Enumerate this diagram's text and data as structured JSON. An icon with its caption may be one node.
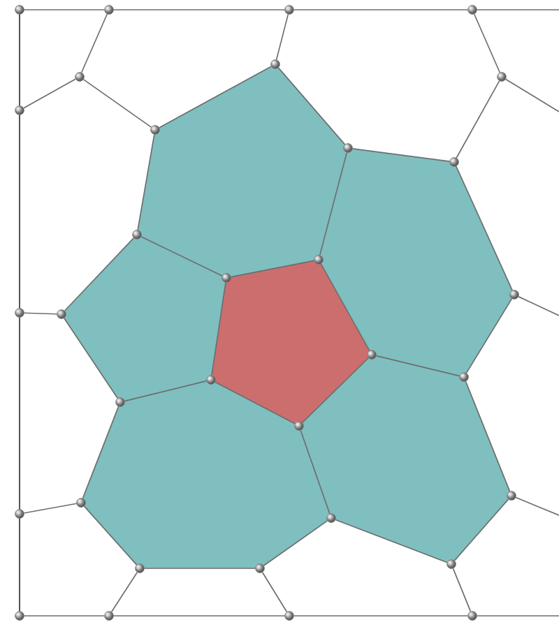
{
  "diagram": {
    "nodes": [
      {
        "text": [],
        "shape": "circle"
      },
      {
        "text": [],
        "shape": "circle"
      },
      {
        "text": [],
        "shape": "circle"
      },
      {
        "text": [],
        "shape": "circle"
      },
      {
        "text": [],
        "shape": "circle"
      },
      {
        "text": [],
        "shape": "circle"
      },
      {
        "text": [],
        "shape": "circle"
      },
      {
        "text": [],
        "shape": "circle"
      },
      {
        "text": [],
        "shape": "circle"
      },
      {
        "text": [],
        "shape": "circle"
      },
      {
        "text": [],
        "shape": "circle"
      },
      {
        "text": [],
        "shape": "circle"
      },
      {
        "text": [],
        "shape": "circle"
      },
      {
        "text": [],
        "shape": "circle"
      },
      {
        "text": [],
        "shape": "circle"
      },
      {
        "text": [],
        "shape": "circle"
      },
      {
        "text": [],
        "shape": "circle"
      },
      {
        "text": [],
        "shape": "circle"
      },
      {
        "text": [],
        "shape": "circle"
      },
      {
        "text": [],
        "shape": "circle"
      },
      {
        "text": [],
        "shape": "circle"
      },
      {
        "text": [],
        "shape": "circle"
      },
      {
        "text": [],
        "shape": "circle"
      },
      {
        "text": [],
        "shape": "circle"
      },
      {
        "text": [],
        "shape": "circle"
      },
      {
        "text": [],
        "shape": "circle"
      },
      {
        "text": [],
        "shape": "circle"
      },
      {
        "text": [],
        "shape": "circle"
      },
      {
        "text": [],
        "shape": "circle"
      },
      {
        "text": [],
        "shape": "circle"
      },
      {
        "text": [],
        "shape": "circle"
      },
      {
        "text": [],
        "shape": "circle"
      },
      {
        "text": [],
        "shape": "circle"
      },
      {
        "text": [],
        "shape": "polygon"
      },
      {
        "text": [],
        "shape": "polygon"
      },
      {
        "text": [],
        "shape": "polygon"
      },
      {
        "text": [],
        "shape": "polygon"
      },
      {
        "text": [],
        "shape": "polygon"
      },
      {
        "text": [],
        "shape": "polygon"
      }
    ],
    "edges": [
      {
        "from": 0,
        "to": 1,
        "arrow": "none"
      },
      {
        "from": 1,
        "to": 2,
        "arrow": "none"
      },
      {
        "from": 2,
        "to": 3,
        "arrow": "none"
      },
      {
        "from": 3,
        "to": null,
        "arrow": "none"
      },
      {
        "from": 0,
        "to": 7,
        "arrow": "none",
        "color": "#333333"
      },
      {
        "from": 7,
        "to": 15,
        "arrow": "none",
        "color": "#333333"
      },
      {
        "from": 15,
        "to": 24,
        "arrow": "none",
        "color": "#333333"
      },
      {
        "from": 24,
        "to": 29,
        "arrow": "none",
        "color": "#333333"
      },
      {
        "from": 29,
        "to": 30,
        "arrow": "none"
      },
      {
        "from": 30,
        "to": 31,
        "arrow": "none"
      },
      {
        "from": 31,
        "to": 32,
        "arrow": "none"
      },
      {
        "from": 32,
        "to": null,
        "arrow": "none"
      },
      {
        "from": 1,
        "to": 5,
        "arrow": "none"
      },
      {
        "from": 5,
        "to": 7,
        "arrow": "none"
      },
      {
        "from": 5,
        "to": 8,
        "arrow": "none"
      },
      {
        "from": 2,
        "to": 4,
        "arrow": "none"
      },
      {
        "from": 4,
        "to": 8,
        "arrow": "none"
      },
      {
        "from": 4,
        "to": 9,
        "arrow": "none"
      },
      {
        "from": 3,
        "to": 6,
        "arrow": "none"
      },
      {
        "from": 6,
        "to": null,
        "arrow": "none"
      },
      {
        "from": 6,
        "to": 10,
        "arrow": "none"
      },
      {
        "from": 9,
        "to": 10,
        "arrow": "none"
      },
      {
        "from": 9,
        "to": 12,
        "arrow": "none"
      },
      {
        "from": 8,
        "to": 11,
        "arrow": "none"
      },
      {
        "from": 11,
        "to": 13,
        "arrow": "none"
      },
      {
        "from": 13,
        "to": 12,
        "arrow": "none"
      },
      {
        "from": 10,
        "to": 14,
        "arrow": "none"
      },
      {
        "from": 14,
        "to": null,
        "arrow": "none"
      },
      {
        "from": 14,
        "to": 19,
        "arrow": "none"
      },
      {
        "from": 19,
        "to": 17,
        "arrow": "none"
      },
      {
        "from": 17,
        "to": 12,
        "arrow": "none"
      },
      {
        "from": 11,
        "to": 16,
        "arrow": "none"
      },
      {
        "from": 16,
        "to": 15,
        "arrow": "none"
      },
      {
        "from": 16,
        "to": 20,
        "arrow": "none"
      },
      {
        "from": 20,
        "to": 18,
        "arrow": "none"
      },
      {
        "from": 18,
        "to": 13,
        "arrow": "none"
      },
      {
        "from": 18,
        "to": 21,
        "arrow": "none"
      },
      {
        "from": 21,
        "to": 17,
        "arrow": "none"
      },
      {
        "from": 20,
        "to": 23,
        "arrow": "none"
      },
      {
        "from": 23,
        "to": 24,
        "arrow": "none"
      },
      {
        "from": 23,
        "to": 27,
        "arrow": "none"
      },
      {
        "from": 27,
        "to": 28,
        "arrow": "none"
      },
      {
        "from": 28,
        "to": 25,
        "arrow": "none"
      },
      {
        "from": 25,
        "to": 21,
        "arrow": "none"
      },
      {
        "from": 27,
        "to": 30,
        "arrow": "none"
      },
      {
        "from": 28,
        "to": 31,
        "arrow": "none"
      },
      {
        "from": 25,
        "to": 26,
        "arrow": "none"
      },
      {
        "from": 26,
        "to": 22,
        "arrow": "none"
      },
      {
        "from": 22,
        "to": 19,
        "arrow": "none"
      },
      {
        "from": 22,
        "to": null,
        "arrow": "none"
      },
      {
        "from": 26,
        "to": 32,
        "arrow": "none"
      }
    ]
  }
}
